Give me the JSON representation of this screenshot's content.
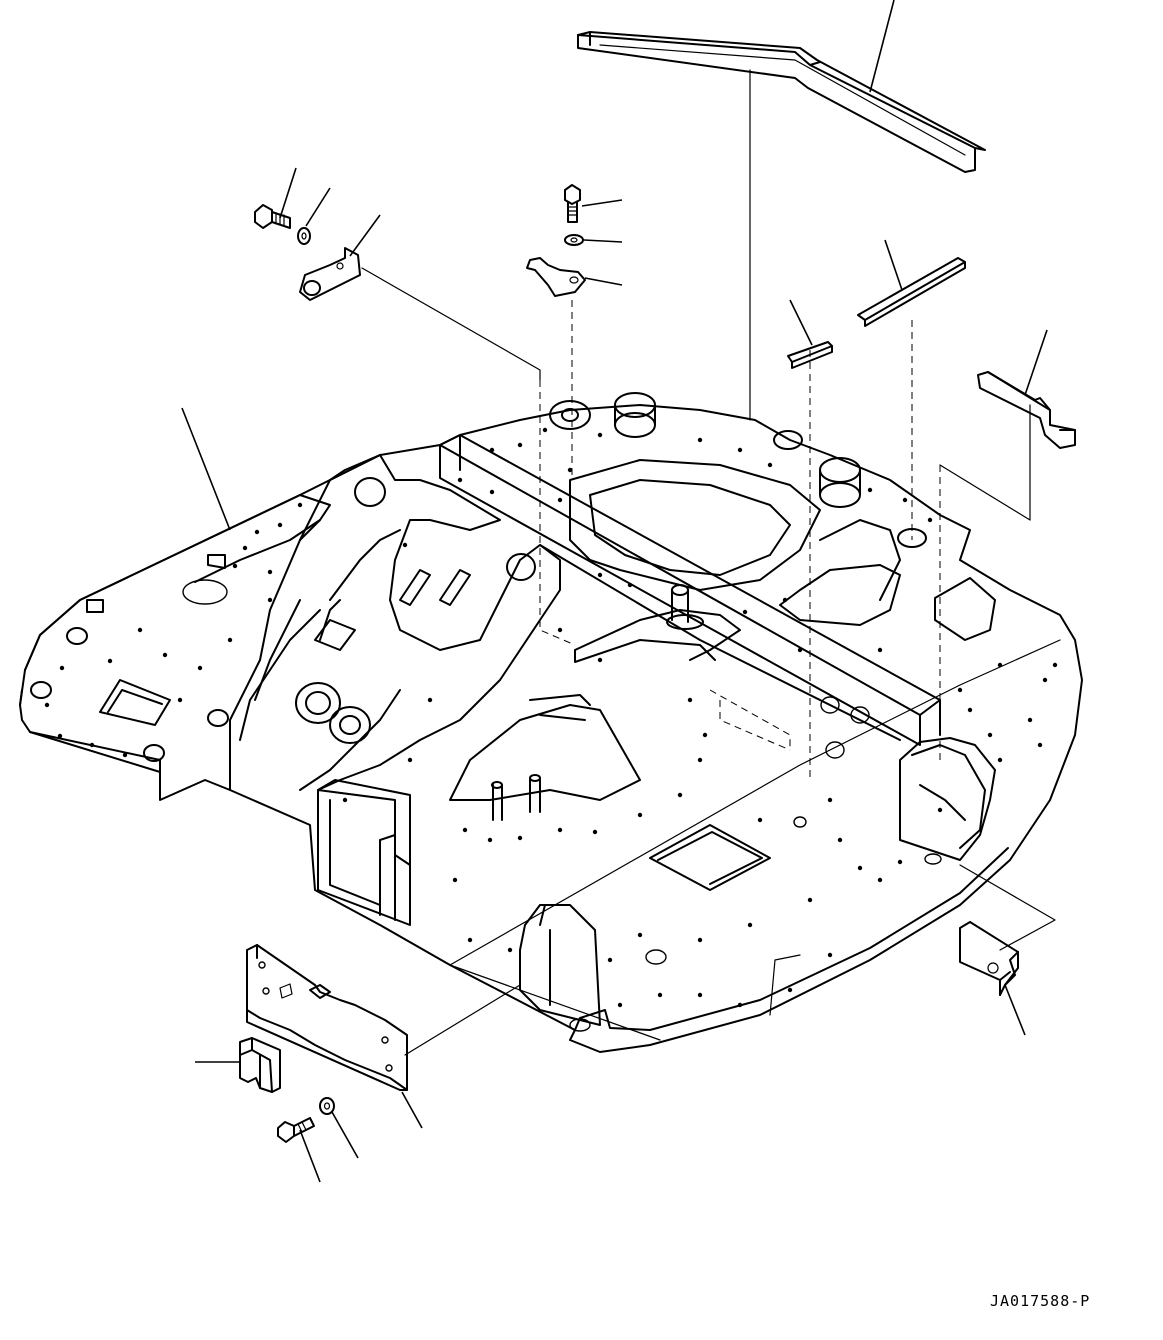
{
  "figure": {
    "drawing_code": "JA017588-P",
    "parts": [
      {
        "id": "cover-bar-top",
        "icon": "long-bent-bar-icon"
      },
      {
        "id": "bolt-left",
        "icon": "bolt-icon"
      },
      {
        "id": "washer-left",
        "icon": "washer-icon"
      },
      {
        "id": "bracket-left",
        "icon": "bracket-icon"
      },
      {
        "id": "bolt-center",
        "icon": "bolt-icon"
      },
      {
        "id": "washer-center",
        "icon": "washer-icon"
      },
      {
        "id": "bracket-center",
        "icon": "bracket-icon"
      },
      {
        "id": "short-bar",
        "icon": "short-bar-icon"
      },
      {
        "id": "long-bar",
        "icon": "long-bar-icon"
      },
      {
        "id": "stopper-plate-right",
        "icon": "stopper-plate-icon"
      },
      {
        "id": "revolving-frame",
        "icon": "revolving-frame-icon"
      },
      {
        "id": "block-right",
        "icon": "block-icon"
      },
      {
        "id": "plate-bottom",
        "icon": "plate-icon"
      },
      {
        "id": "block-left",
        "icon": "block-icon"
      },
      {
        "id": "bolt-bottom",
        "icon": "bolt-icon"
      },
      {
        "id": "washer-bottom",
        "icon": "washer-icon"
      }
    ]
  }
}
